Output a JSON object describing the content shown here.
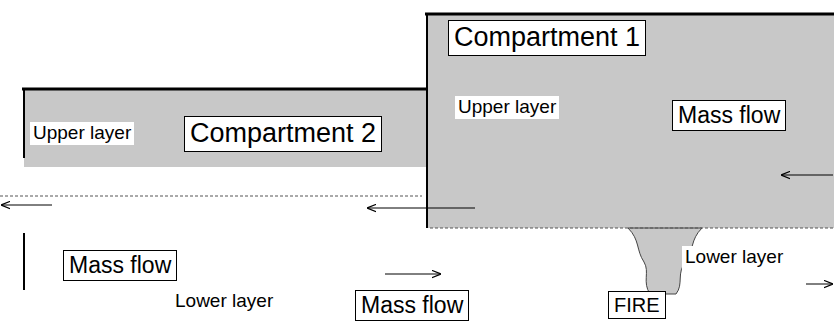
{
  "diagram": {
    "nodes": [
      {
        "text": [
          "Compartment 1",
          "Upper layer",
          "Mass flow",
          "Lower layer"
        ]
      },
      {
        "text": [
          "FIRE"
        ],
        "in": 0
      },
      {
        "text": [
          "Upper layer",
          "Compartment 2",
          "Mass flow",
          "Mass flow",
          "Lower layer"
        ]
      }
    ]
  }
}
